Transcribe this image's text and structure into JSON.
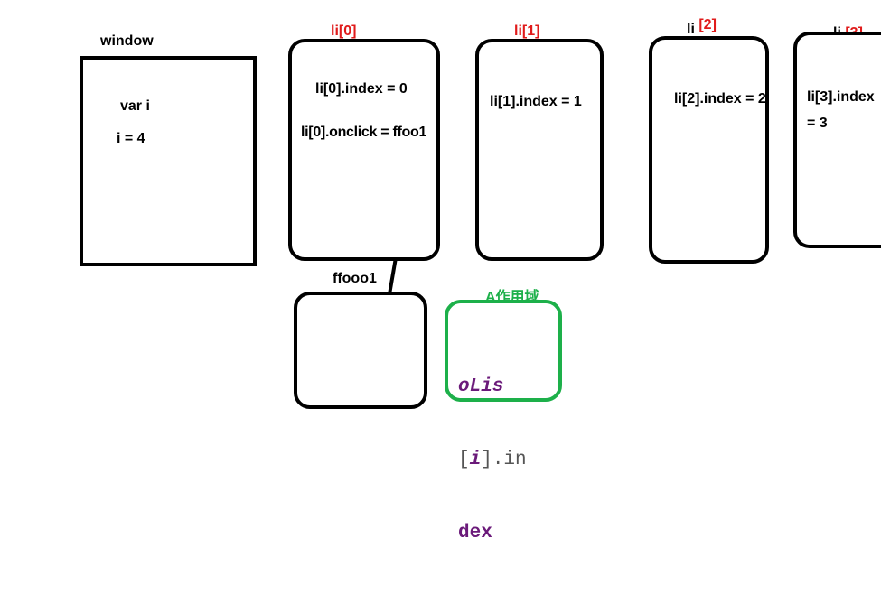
{
  "window": {
    "title": "window",
    "line1": "var  i",
    "line2": "i = 4"
  },
  "li": [
    {
      "title": "li[0]",
      "prop1": "li[0].index = 0",
      "prop2": "li[0].onclick = ffoo1"
    },
    {
      "title": "li[1]",
      "prop1": "li[1].index = 1"
    },
    {
      "title_prefix": "li ",
      "title_suffix": "[2]",
      "prop1": "li[2].index = 2"
    },
    {
      "title_prefix": "li ",
      "title_suffix": "[3]",
      "prop1": "li[3].index",
      "prop2": "= 3"
    }
  ],
  "func": {
    "title": "ffooo1"
  },
  "scope": {
    "title": "A作用域",
    "code_line1": "oLis",
    "code_line2_open": "[",
    "code_line2_var": "i",
    "code_line2_close": "].in",
    "code_line3": "dex",
    "border_color": "#1db04a",
    "code_color": "#6b1a7a"
  },
  "colors": {
    "title_red": "#e01b1b",
    "border": "#000000"
  }
}
